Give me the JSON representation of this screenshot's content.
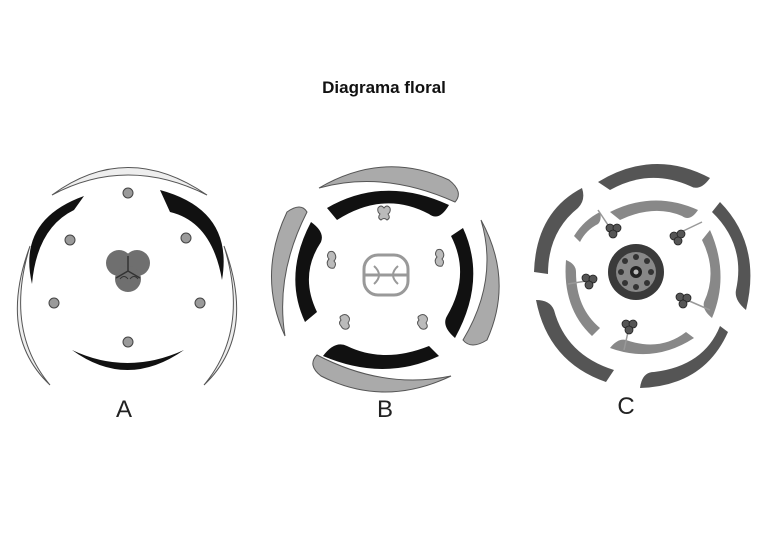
{
  "title": "Diagrama floral",
  "diagrams": [
    {
      "label": "A"
    },
    {
      "label": "B"
    },
    {
      "label": "C"
    }
  ]
}
